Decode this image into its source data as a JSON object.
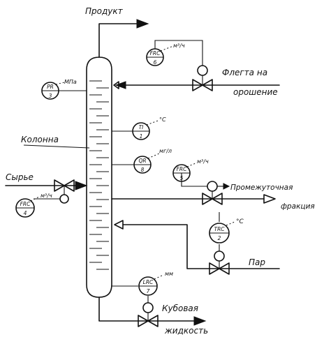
{
  "labels": {
    "product": "Продукт",
    "reflux_line1": "Флегта на",
    "reflux_line2": "орошение",
    "column": "Колонна",
    "feed": "Сырье",
    "intermediate_line1": "Промежуточная",
    "intermediate_line2": "фракция",
    "steam": "Пар",
    "bottoms_line1": "Кубовая",
    "bottoms_line2": "жидкость"
  },
  "instruments": [
    {
      "tag": "FRC",
      "num": "6",
      "unit": "м³/ч"
    },
    {
      "tag": "PR",
      "num": "3",
      "unit": "МПа"
    },
    {
      "tag": "TI",
      "num": "1",
      "unit": "°С"
    },
    {
      "tag": "QR",
      "num": "8",
      "unit": "мг/л"
    },
    {
      "tag": "FRC",
      "num": "5",
      "unit": "м³/ч"
    },
    {
      "tag": "FRC",
      "num": "4",
      "unit": "м³/ч"
    },
    {
      "tag": "TRC",
      "num": "2",
      "unit": "°С"
    },
    {
      "tag": "LRC",
      "num": "7",
      "unit": "мм"
    }
  ]
}
